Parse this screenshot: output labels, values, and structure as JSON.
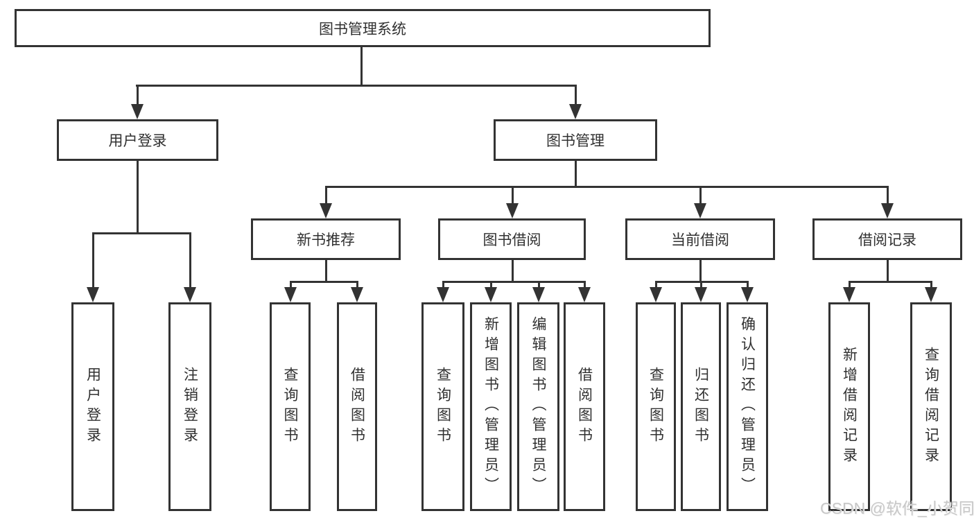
{
  "diagram": {
    "root": {
      "label": "图书管理系统"
    },
    "branches": [
      {
        "label": "用户登录",
        "children": [
          {
            "label": "用户登录"
          },
          {
            "label": "注销登录"
          }
        ]
      },
      {
        "label": "图书管理",
        "children": [
          {
            "label": "新书推荐",
            "children": [
              {
                "label": "查询图书"
              },
              {
                "label": "借阅图书"
              }
            ]
          },
          {
            "label": "图书借阅",
            "children": [
              {
                "label": "查询图书"
              },
              {
                "label": "新增图书（管理员）"
              },
              {
                "label": "编辑图书（管理员）"
              },
              {
                "label": "借阅图书"
              }
            ]
          },
          {
            "label": "当前借阅",
            "children": [
              {
                "label": "查询图书"
              },
              {
                "label": "归还图书"
              },
              {
                "label": "确认归还（管理员）"
              }
            ]
          },
          {
            "label": "借阅记录",
            "children": [
              {
                "label": "新增借阅记录"
              },
              {
                "label": "查询借阅记录"
              }
            ]
          }
        ]
      }
    ]
  },
  "watermark": {
    "text": "CSDN @软件_小贺同学"
  },
  "colors": {
    "line": "#333333",
    "text": "#303030",
    "background": "#ffffff",
    "watermark": "#c8c8c8"
  }
}
